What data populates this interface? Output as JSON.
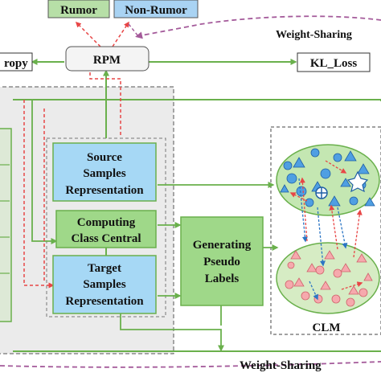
{
  "labels": {
    "rumor": "Rumor",
    "non_rumor": "Non-Rumor",
    "rpm": "RPM",
    "cross_entropy": "ropy",
    "kl_loss": "KL_Loss",
    "weight_sharing_top": "Weight-Sharing",
    "weight_sharing_bottom": "Weight-Sharing",
    "source_line1": "Source",
    "source_line2": "Samples",
    "source_line3": "Representation",
    "computing_line1": "Computing",
    "computing_line2": "Class Central",
    "target_line1": "Target",
    "target_line2": "Samples",
    "target_line3": "Representation",
    "gen_line1": "Generating",
    "gen_line2": "Pseudo",
    "gen_line3": "Labels",
    "clm": "CLM"
  },
  "colors": {
    "rumor_fill": "#b7dfa7",
    "non_rumor_fill": "#a9d3f3",
    "blue_box": "#a6d8f5",
    "green_box": "#9fd889",
    "green_arrow": "#6ab04c",
    "red_dashed": "#e84646",
    "purple_dashed": "#a45a9a",
    "blue_dashed": "#2b75c4",
    "panel_fill": "#ebebeb",
    "upper_ellipse": "#c4e7b2",
    "lower_ellipse": "#d6ecc4",
    "blue_shape": "#4f9fe2",
    "pink_shape": "#f6a9ad"
  }
}
